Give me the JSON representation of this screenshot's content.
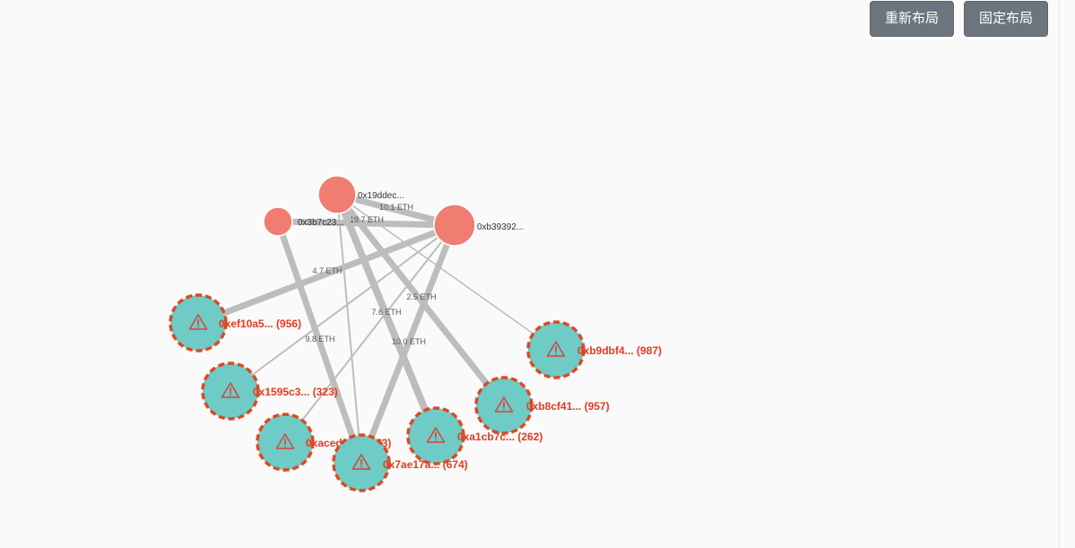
{
  "toolbar": {
    "relayout_label": "重新布局",
    "fix_layout_label": "固定布局"
  },
  "colors": {
    "source_node": "#f07c72",
    "target_node": "#6fcbc6",
    "alert_ring": "#e0471f",
    "edge": "#bdbdbd",
    "button_bg": "#6c757d"
  },
  "graph": {
    "source_nodes": [
      {
        "id": "s1",
        "label": "0x19ddec..."
      },
      {
        "id": "s2",
        "label": "0x3b7c23..."
      },
      {
        "id": "s3",
        "label": "0xb39392..."
      }
    ],
    "target_nodes": [
      {
        "id": "t1",
        "label": "0xef10a5... (956)",
        "icon": "warning-icon"
      },
      {
        "id": "t2",
        "label": "0x1595c3... (323)",
        "icon": "warning-icon"
      },
      {
        "id": "t3",
        "label": "0xaceda2... (673)",
        "icon": "warning-icon"
      },
      {
        "id": "t4",
        "label": "0x7ae17a... (674)",
        "icon": "warning-icon"
      },
      {
        "id": "t5",
        "label": "0xa1cb7c... (262)",
        "icon": "warning-icon"
      },
      {
        "id": "t6",
        "label": "0xb8cf41... (957)",
        "icon": "warning-icon"
      },
      {
        "id": "t7",
        "label": "0xb9dbf4... (987)",
        "icon": "warning-icon"
      }
    ],
    "edges": [
      {
        "from": "s1",
        "to": "s3",
        "label": "10.1 ETH"
      },
      {
        "from": "s2",
        "to": "s3",
        "label": "19.7 ETH"
      },
      {
        "from": "s3",
        "to": "t1",
        "label": "4.7 ETH"
      },
      {
        "from": "s3",
        "to": "t2",
        "label": "9.8 ETH"
      },
      {
        "from": "s3",
        "to": "t3",
        "label": ""
      },
      {
        "from": "s3",
        "to": "t4",
        "label": "10.0 ETH"
      },
      {
        "from": "s1",
        "to": "t4",
        "label": ""
      },
      {
        "from": "s2",
        "to": "t4",
        "label": ""
      },
      {
        "from": "s1",
        "to": "t5",
        "label": "7.6 ETH"
      },
      {
        "from": "s1",
        "to": "t6",
        "label": "2.5 ETH"
      },
      {
        "from": "s1",
        "to": "t7",
        "label": ""
      }
    ]
  }
}
